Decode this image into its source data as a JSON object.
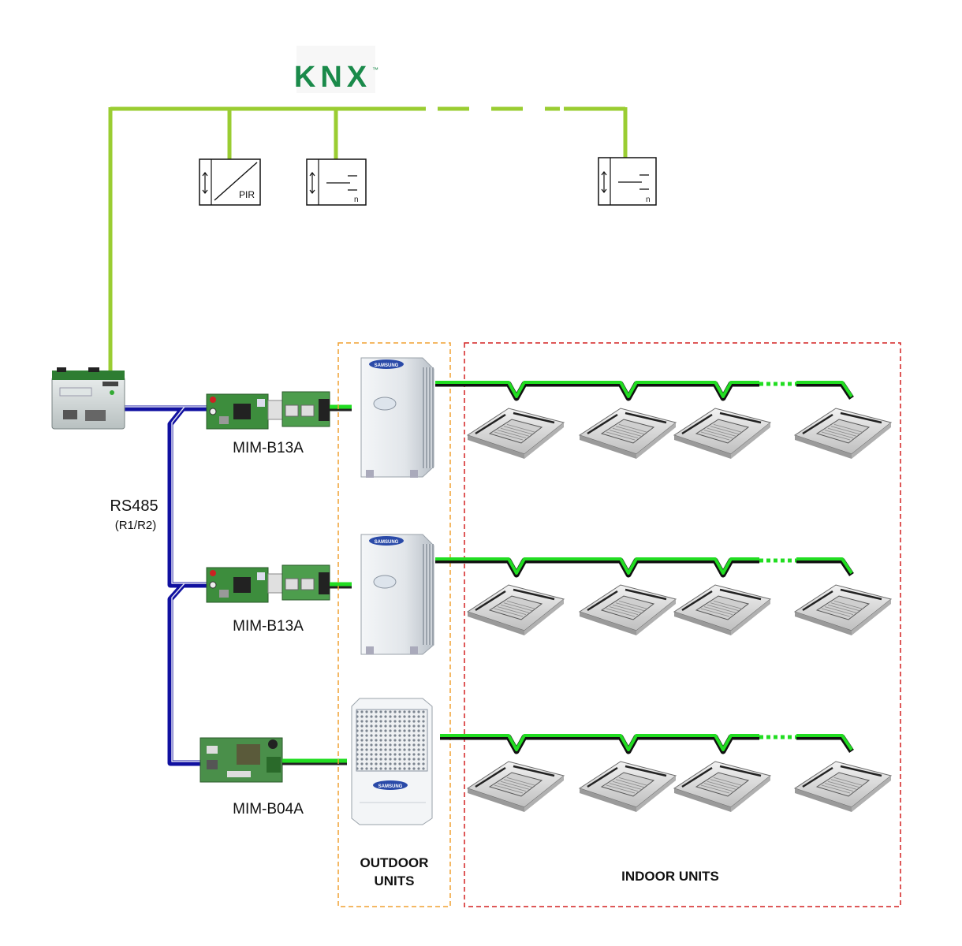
{
  "knx_logo": {
    "text": "KNX",
    "mark": "™"
  },
  "sensors": [
    {
      "label": "PIR",
      "icon": "pir-motion-sensor-icon"
    },
    {
      "label": "n",
      "icon": "switch-actuator-icon"
    },
    {
      "label": "n",
      "icon": "switch-actuator-icon"
    }
  ],
  "bus_label": "RS485",
  "bus_sublabel": "(R1/R2)",
  "modules": [
    {
      "label": "MIM-B13A"
    },
    {
      "label": "MIM-B13A"
    },
    {
      "label": "MIM-B04A"
    }
  ],
  "outdoor_label": [
    "OUTDOOR",
    "UNITS"
  ],
  "indoor_label": "INDOOR UNITS",
  "outdoor_brand": "SAMSUNG",
  "colors": {
    "knx_bus": "#9acd32",
    "rs485": "#1010a0",
    "refrigerant": "#22dd22",
    "outdoor_box": "#f0a030",
    "indoor_box": "#d42020",
    "knx_logo": "#1a8a4a"
  }
}
